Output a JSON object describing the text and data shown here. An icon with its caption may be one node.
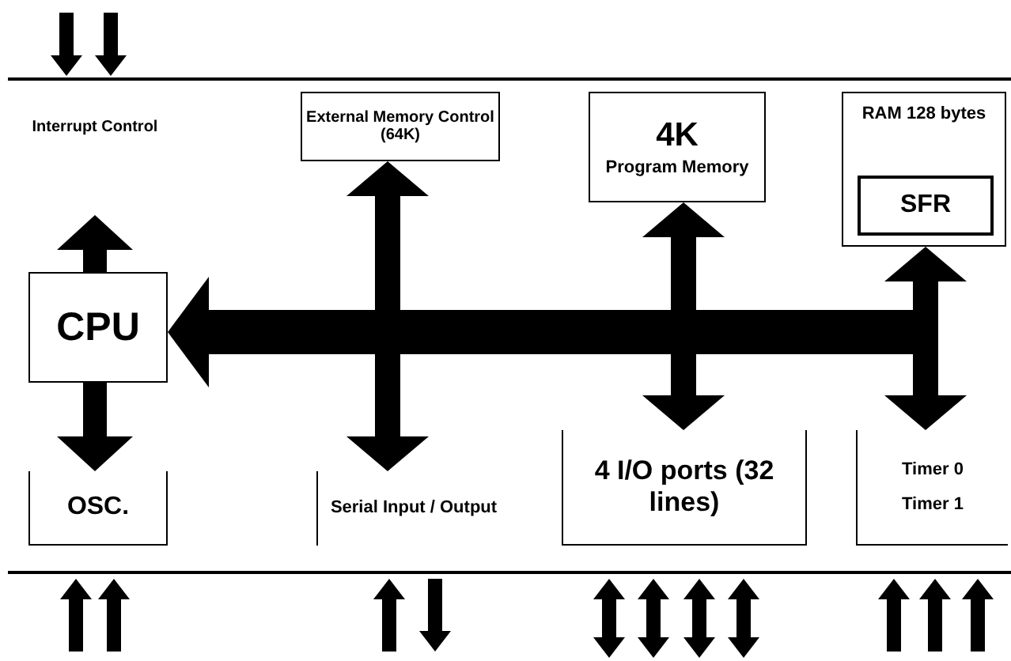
{
  "diagram": {
    "nodes": [
      {
        "text": [
          "Interrupt Control"
        ]
      },
      {
        "text": [
          "CPU"
        ]
      },
      {
        "text": [
          "OSC."
        ]
      },
      {
        "text": [
          "External Memory Control (64K)"
        ]
      },
      {
        "text": [
          "Serial Input / Output"
        ]
      },
      {
        "text": [
          "4K",
          "Program Memory"
        ]
      },
      {
        "text": [
          "4 I/O ports (32 lines)"
        ]
      },
      {
        "text": [
          "RAM 128 bytes"
        ]
      },
      {
        "text": [
          "SFR"
        ],
        "in": 7
      },
      {
        "text": [
          "Timer 0",
          "Timer 1"
        ]
      }
    ],
    "edges": [
      {
        "from": 1,
        "to": 0,
        "arrow": "to"
      },
      {
        "from": 1,
        "to": 2,
        "arrow": "to"
      },
      {
        "from": null,
        "to": 1,
        "arrow": "to"
      },
      {
        "from": 3,
        "to": 4,
        "arrow": "both"
      },
      {
        "from": 5,
        "to": 6,
        "arrow": "both"
      },
      {
        "from": 7,
        "to": 9,
        "arrow": "both"
      }
    ]
  }
}
